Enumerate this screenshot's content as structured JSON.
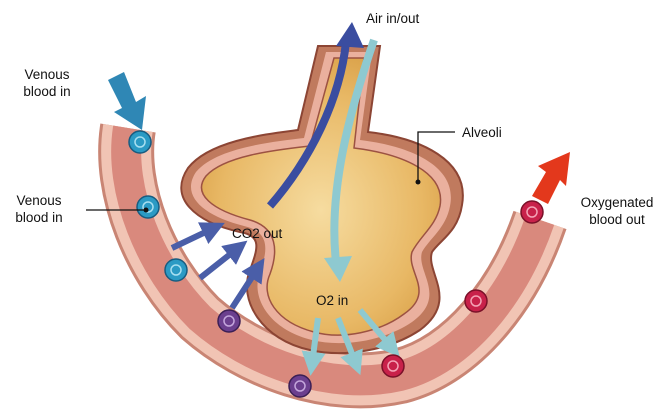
{
  "labels": {
    "air": "Air in/out",
    "venous_top_line1": "Venous",
    "venous_top_line2": "blood in",
    "venous_side_line1": "Venous",
    "venous_side_line2": "blood in",
    "alveoli": "Alveoli",
    "oxygenated_line1": "Oxygenated",
    "oxygenated_line2": "blood out",
    "co2_out": "CO2 out",
    "o2_in": "O2 in"
  },
  "colors": {
    "alveolus_fill": "#e6b45a",
    "alveolus_wall": "#a65a48",
    "alveolus_wall_light": "#e8a894",
    "vessel_fill": "#d98278",
    "vessel_wall": "#e9b7a8",
    "venous_arrow": "#2f87b5",
    "oxygenated_arrow": "#e3381c",
    "co2_arrow": "#4a5ea8",
    "o2_arrow": "#8ec9d0",
    "cell_blue": "#2b9ac4",
    "cell_purple": "#6b3f8e",
    "cell_red": "#c8214a"
  }
}
